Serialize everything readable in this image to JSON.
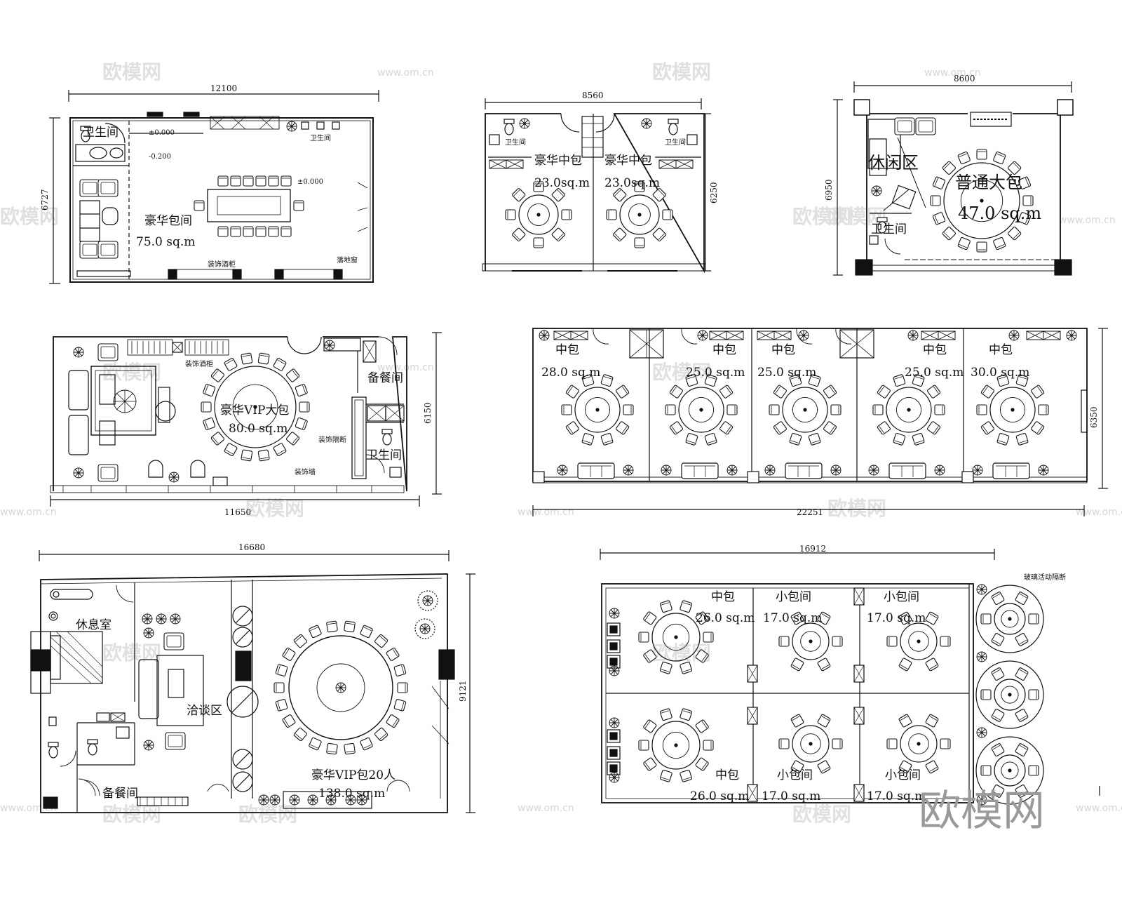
{
  "watermark": {
    "brand": "欧模网",
    "url": "www.om.cn",
    "corner_logo": "欧模网"
  },
  "plans": [
    {
      "id": "p1",
      "dims": {
        "top": "12100",
        "side": "6727"
      },
      "labels": [
        "卫生间",
        "豪华包间",
        "75.0 sq.m",
        "装饰酒柜",
        "卫生间",
        "落地窗"
      ],
      "levels": [
        "±0.000",
        "-0.200",
        "±0.000"
      ]
    },
    {
      "id": "p2",
      "dims": {
        "top": "8560",
        "side": "6250"
      },
      "labels": [
        "豪华中包",
        "23.0sq.m",
        "豪华中包",
        "23.0sq.m",
        "卫生间",
        "卫生间"
      ]
    },
    {
      "id": "p3",
      "dims": {
        "top": "8600",
        "side": "6950"
      },
      "labels": [
        "休闲区",
        "普通大包",
        "47.0 sq.m",
        "卫生间"
      ]
    },
    {
      "id": "p4",
      "dims": {
        "bottom": "11650",
        "side": "6150"
      },
      "labels": [
        "装饰酒柜",
        "备餐间",
        "豪华VIP大包",
        "80.0 sq.m",
        "装饰隔断",
        "卫生间",
        "装饰墙"
      ]
    },
    {
      "id": "p5",
      "dims": {
        "bottom": "22251",
        "side": "6350"
      },
      "labels": [
        "中包",
        "28.0 sq.m",
        "中包",
        "25.0 sq.m",
        "中包",
        "25.0 sq.m",
        "中包",
        "25.0 sq.m",
        "中包",
        "30.0 sq.m"
      ]
    },
    {
      "id": "p6",
      "dims": {
        "top": "16680",
        "side": "9121"
      },
      "labels": [
        "休息室",
        "洽谈区",
        "豪华VIP包20人",
        "138.0 sq.m",
        "备餐间"
      ]
    },
    {
      "id": "p7",
      "dims": {
        "top": "16912"
      },
      "labels": [
        "中包",
        "26.0 sq.m",
        "小包间",
        "17.0 sq.m",
        "小包间",
        "17.0 sq.m",
        "中包",
        "26.0 sq.m",
        "小包间",
        "17.0 sq.m",
        "小包间",
        "17.0 sq.m",
        "玻璃活动隔断"
      ]
    }
  ]
}
